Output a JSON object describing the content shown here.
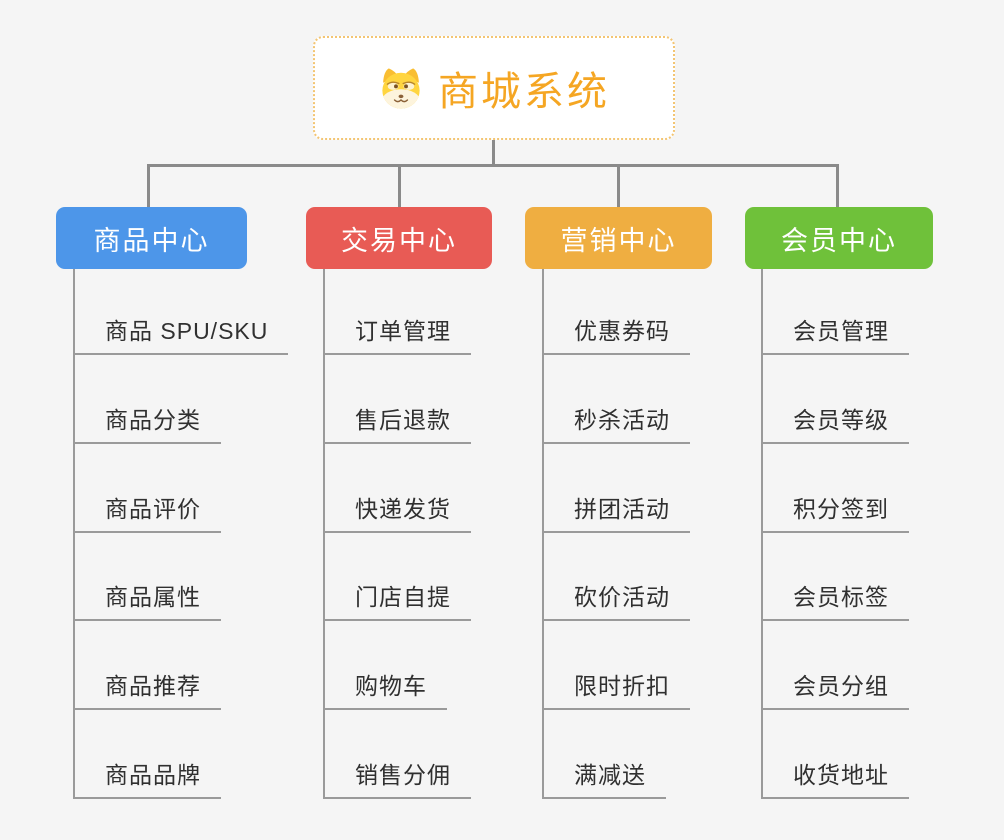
{
  "root": {
    "title": "商城系统",
    "icon": "dog-face-icon"
  },
  "branches": [
    {
      "label": "商品中心",
      "color": "#4d96e9",
      "items": [
        "商品 SPU/SKU",
        "商品分类",
        "商品评价",
        "商品属性",
        "商品推荐",
        "商品品牌"
      ]
    },
    {
      "label": "交易中心",
      "color": "#e85b55",
      "items": [
        "订单管理",
        "售后退款",
        "快递发货",
        "门店自提",
        "购物车",
        "销售分佣"
      ]
    },
    {
      "label": "营销中心",
      "color": "#efae41",
      "items": [
        "优惠券码",
        "秒杀活动",
        "拼团活动",
        "砍价活动",
        "限时折扣",
        "满减送"
      ]
    },
    {
      "label": "会员中心",
      "color": "#6fc13a",
      "items": [
        "会员管理",
        "会员等级",
        "积分签到",
        "会员标签",
        "会员分组",
        "收货地址"
      ]
    }
  ],
  "palette": {
    "background": "#f5f5f5",
    "connector_line": "#8a8a8a",
    "leaf_line": "#9a9a9a",
    "leaf_text": "#303030",
    "root_text": "#f5a623",
    "root_border": "#f3c573",
    "root_background": "#ffffff"
  }
}
